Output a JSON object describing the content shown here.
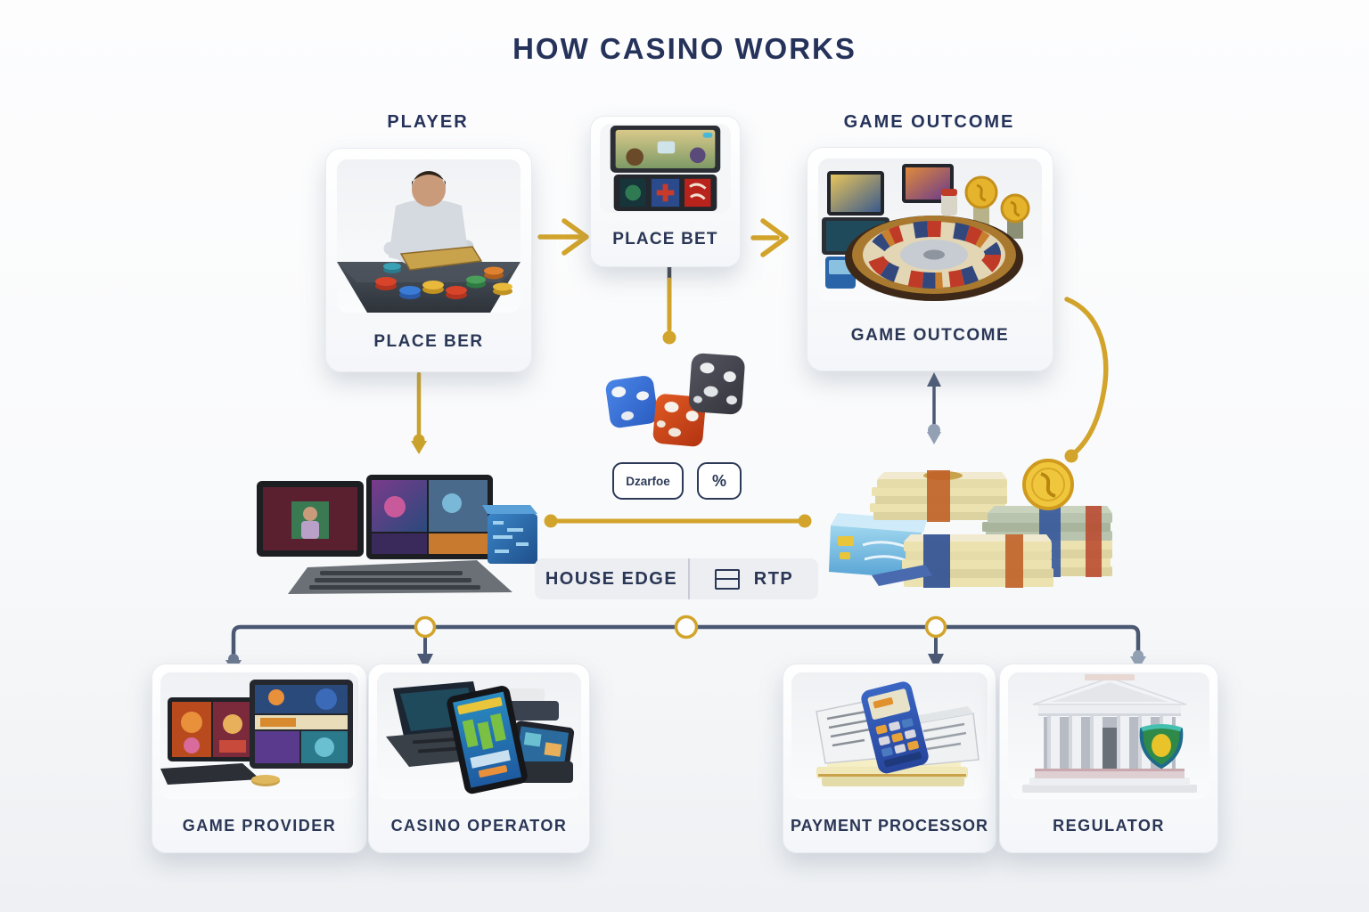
{
  "header": {
    "title": "HOW CASINO WORKS"
  },
  "colors": {
    "accent_gold": "#D2A42B",
    "text_navy": "#25325A",
    "connector_slate": "#4B5873",
    "connector_light": "#93A0B4"
  },
  "flow": {
    "player": {
      "heading": "PLAYER",
      "caption": "PLACE BER"
    },
    "place_bet": {
      "caption": "PLACE BET"
    },
    "game_outcome": {
      "heading": "GAME OUTCOME",
      "caption": "GAME OUTCOME"
    },
    "badges": {
      "rate_badge": "Dzarfoe",
      "percent_badge": "%"
    }
  },
  "metrics": {
    "house_edge_label": "HOUSE EDGE",
    "rtp_label": "RTP"
  },
  "entities": [
    {
      "label": "GAME PROVIDER"
    },
    {
      "label": "CASINO OPERATOR"
    },
    {
      "label": "PAYMENT PROCESSOR"
    },
    {
      "label": "REGULATOR"
    }
  ],
  "icons": {
    "rtp_icon": "split-box-icon",
    "flow_arrows": "chevron-right-icon",
    "connector_nodes": "circle-node-icon"
  }
}
